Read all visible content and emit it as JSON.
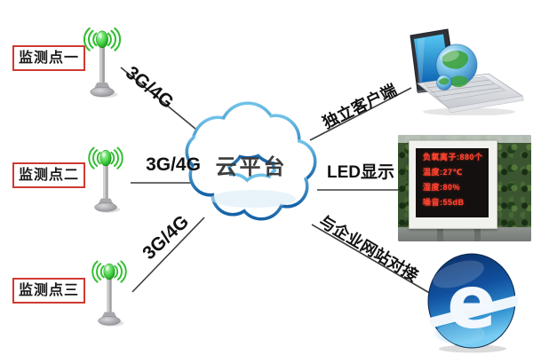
{
  "cloud": {
    "label": "云平台"
  },
  "monitor_points": [
    {
      "label": "监测点一"
    },
    {
      "label": "监测点二"
    },
    {
      "label": "监测点三"
    }
  ],
  "uplinks": [
    {
      "label": "3G/4G"
    },
    {
      "label": "3G/4G"
    },
    {
      "label": "3G/4G"
    }
  ],
  "downlinks": [
    {
      "label": "独立客户端"
    },
    {
      "label": "LED显示"
    },
    {
      "label": "与企业网站对接"
    }
  ],
  "led_display": {
    "lines": [
      "负氧离子:880个",
      "温度:27℃",
      "湿度:80%",
      "噪音:55dB"
    ],
    "text_color": "#ff4433"
  },
  "ie_browser": {
    "letter": "e",
    "color": "#1565b4"
  },
  "icons": {
    "antenna": "wireless-antenna-icon",
    "laptop": "laptop-with-globe-icon",
    "led": "led-billboard-photo",
    "browser": "ie-browser-icon"
  },
  "colors": {
    "label_box_border": "#cf3a32",
    "connection_line": "#3c3c3c",
    "cloud_stroke_top": "#6fc1e8",
    "cloud_stroke_bottom": "#1663a8",
    "antenna_green": "#2fbf2f",
    "text": "#1a1a1a"
  }
}
